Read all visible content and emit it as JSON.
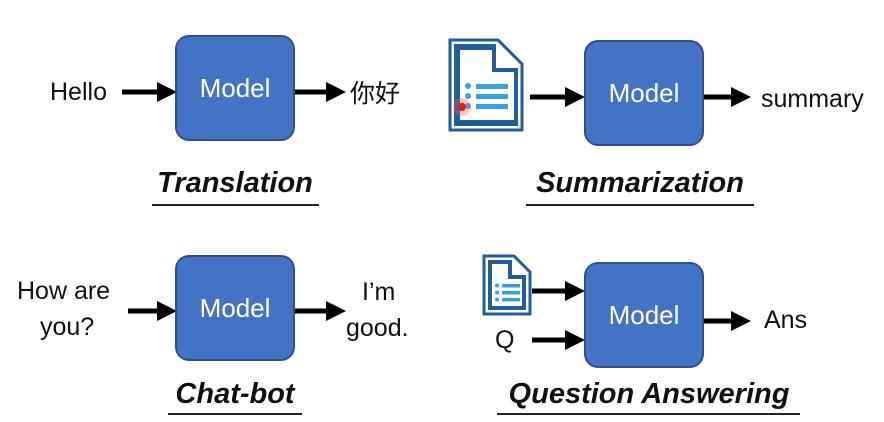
{
  "colors": {
    "model_fill": "#4472c4",
    "model_border": "#2f528f",
    "arrow": "#000000",
    "doc_blue": "#1f5d9b",
    "doc_accent": "#3aa0e0"
  },
  "translation": {
    "input": "Hello",
    "model": "Model",
    "output": "你好",
    "title": "Translation"
  },
  "summarization": {
    "input_icon": "document-icon",
    "model": "Model",
    "output": "summary",
    "title": "Summarization"
  },
  "chatbot": {
    "input_line1": "How are",
    "input_line2": "you?",
    "model": "Model",
    "output_line1": "I’m",
    "output_line2": "good.",
    "title": "Chat-bot"
  },
  "qa": {
    "input_icon": "document-icon",
    "input_q": "Q",
    "model": "Model",
    "output": "Ans",
    "title": "Question Answering"
  }
}
